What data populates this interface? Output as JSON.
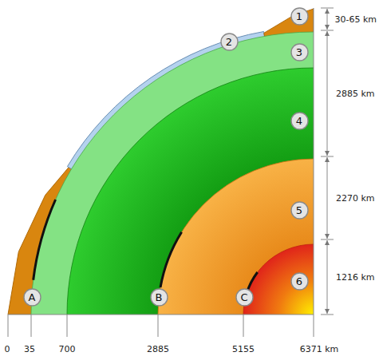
{
  "diagram": {
    "nodes": [
      {
        "text": [
          "1"
        ]
      },
      {
        "text": [
          "2"
        ]
      },
      {
        "text": [
          "3"
        ]
      },
      {
        "text": [
          "4"
        ]
      },
      {
        "text": [
          "5"
        ]
      },
      {
        "text": [
          "6"
        ]
      },
      {
        "text": [
          "A"
        ]
      },
      {
        "text": [
          "B"
        ]
      },
      {
        "text": [
          "C"
        ]
      }
    ],
    "labels": [
      "30-65 km",
      "2885 km",
      "2270 km",
      "1216 km",
      "0",
      "35",
      "700",
      "2885",
      "5155",
      "6371 km"
    ]
  }
}
